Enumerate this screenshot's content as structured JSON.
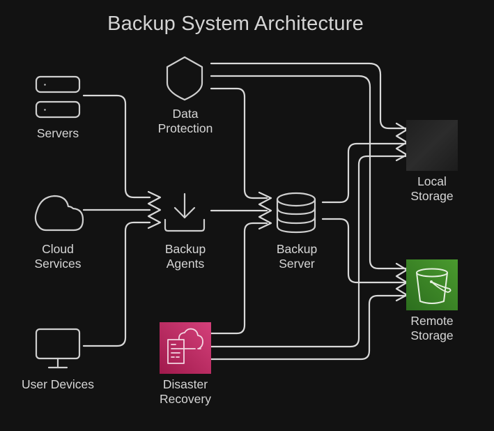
{
  "title": "Backup System Architecture",
  "nodes": {
    "servers": {
      "label": "Servers",
      "icon": "server-stack-icon"
    },
    "cloud_services": {
      "label": "Cloud Services",
      "line1": "Cloud",
      "line2": "Services",
      "icon": "cloud-icon"
    },
    "user_devices": {
      "label": "User Devices",
      "icon": "monitor-icon"
    },
    "data_protection": {
      "label": "Data Protection",
      "line1": "Data",
      "line2": "Protection",
      "icon": "shield-icon"
    },
    "backup_agents": {
      "label": "Backup Agents",
      "line1": "Backup",
      "line2": "Agents",
      "icon": "download-tray-icon"
    },
    "disaster_recovery": {
      "label": "Disaster Recovery",
      "line1": "Disaster",
      "line2": "Recovery",
      "icon": "document-cloud-icon",
      "color": "#c2255c"
    },
    "backup_server": {
      "label": "Backup Server",
      "line1": "Backup",
      "line2": "Server",
      "icon": "database-icon"
    },
    "local_storage": {
      "label": "Local Storage",
      "line1": "Local",
      "line2": "Storage",
      "icon": "storage-block-icon",
      "color": "#2a2a2a"
    },
    "remote_storage": {
      "label": "Remote Storage",
      "line1": "Remote",
      "line2": "Storage",
      "icon": "bucket-icon",
      "color": "#3f8624"
    }
  },
  "edges": [
    {
      "from": "Servers",
      "to": "Backup Agents"
    },
    {
      "from": "Cloud Services",
      "to": "Backup Agents"
    },
    {
      "from": "User Devices",
      "to": "Backup Agents"
    },
    {
      "from": "Data Protection",
      "to": "Local Storage"
    },
    {
      "from": "Data Protection",
      "to": "Remote Storage"
    },
    {
      "from": "Data Protection",
      "to": "Backup Server"
    },
    {
      "from": "Backup Agents",
      "to": "Backup Server"
    },
    {
      "from": "Disaster Recovery",
      "to": "Backup Server"
    },
    {
      "from": "Backup Server",
      "to": "Local Storage"
    },
    {
      "from": "Backup Server",
      "to": "Remote Storage"
    },
    {
      "from": "Disaster Recovery",
      "to": "Local Storage"
    },
    {
      "from": "Disaster Recovery",
      "to": "Remote Storage"
    }
  ],
  "colors": {
    "background": "#121212",
    "line": "#d9d9d9",
    "text": "#d6d6d6"
  }
}
